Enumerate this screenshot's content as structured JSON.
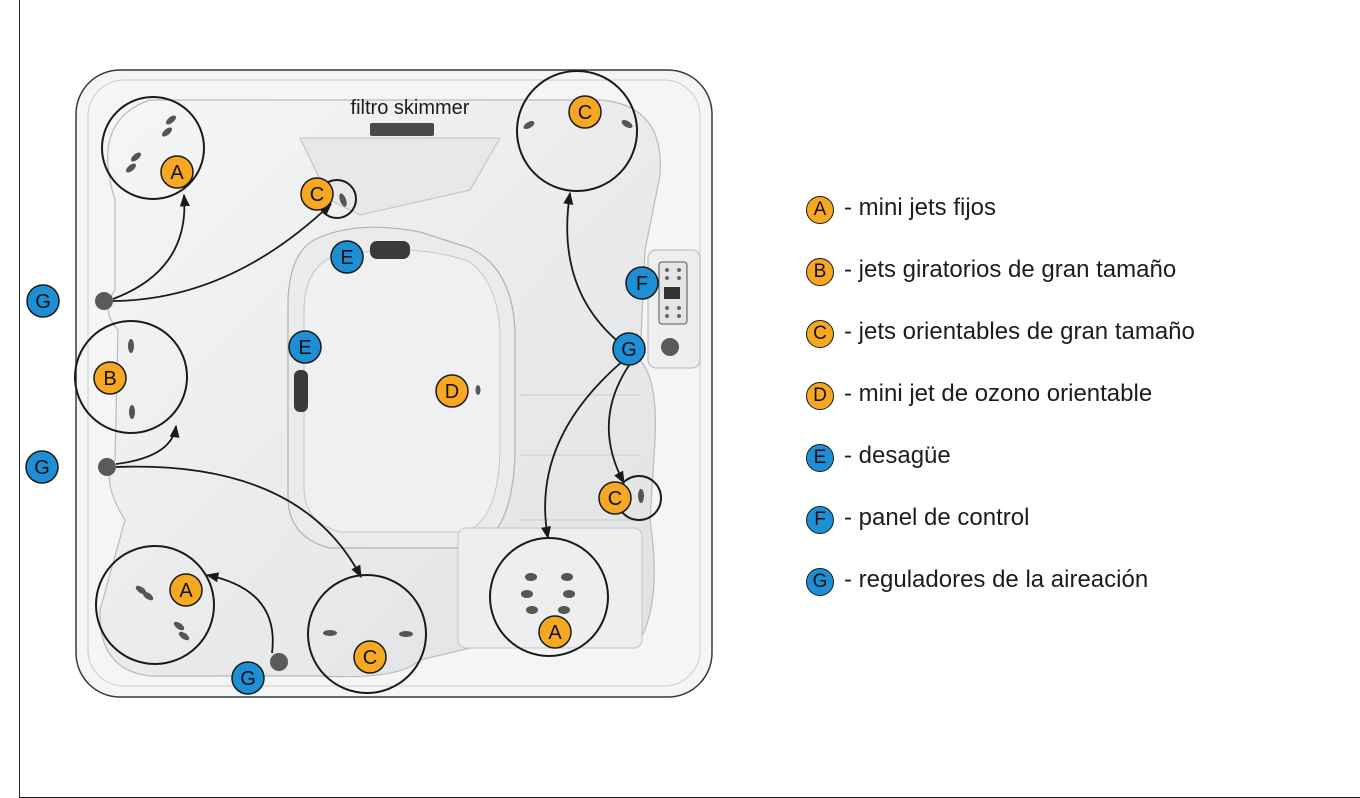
{
  "skimmer_label": "filtro skimmer",
  "colors": {
    "orange": "#f7a823",
    "blue": "#1e8fd4",
    "outline": "#1a1a1a"
  },
  "markers": [
    {
      "id": "m1",
      "letter": "A",
      "color": "orange"
    },
    {
      "id": "m2",
      "letter": "C",
      "color": "orange"
    },
    {
      "id": "m3",
      "letter": "C",
      "color": "orange"
    },
    {
      "id": "m4",
      "letter": "E",
      "color": "blue"
    },
    {
      "id": "m5",
      "letter": "F",
      "color": "blue"
    },
    {
      "id": "m6",
      "letter": "G",
      "color": "blue"
    },
    {
      "id": "m7",
      "letter": "E",
      "color": "blue"
    },
    {
      "id": "m8",
      "letter": "G",
      "color": "blue"
    },
    {
      "id": "m9",
      "letter": "B",
      "color": "orange"
    },
    {
      "id": "m10",
      "letter": "D",
      "color": "orange"
    },
    {
      "id": "m11",
      "letter": "G",
      "color": "blue"
    },
    {
      "id": "m12",
      "letter": "C",
      "color": "orange"
    },
    {
      "id": "m13",
      "letter": "A",
      "color": "orange"
    },
    {
      "id": "m14",
      "letter": "C",
      "color": "orange"
    },
    {
      "id": "m15",
      "letter": "A",
      "color": "orange"
    },
    {
      "id": "m16",
      "letter": "G",
      "color": "blue"
    }
  ],
  "legend": [
    {
      "letter": "A",
      "color": "orange",
      "text": "- mini jets fijos"
    },
    {
      "letter": "B",
      "color": "orange",
      "text": "- jets giratorios de gran tamaño"
    },
    {
      "letter": "C",
      "color": "orange",
      "text": "- jets orientables de gran tamaño"
    },
    {
      "letter": "D",
      "color": "orange",
      "text": "- mini jet de ozono orientable"
    },
    {
      "letter": "E",
      "color": "blue",
      "text": "- desagüe"
    },
    {
      "letter": "F",
      "color": "blue",
      "text": "- panel de control"
    },
    {
      "letter": "G",
      "color": "blue",
      "text": "- reguladores de la aireación"
    }
  ]
}
